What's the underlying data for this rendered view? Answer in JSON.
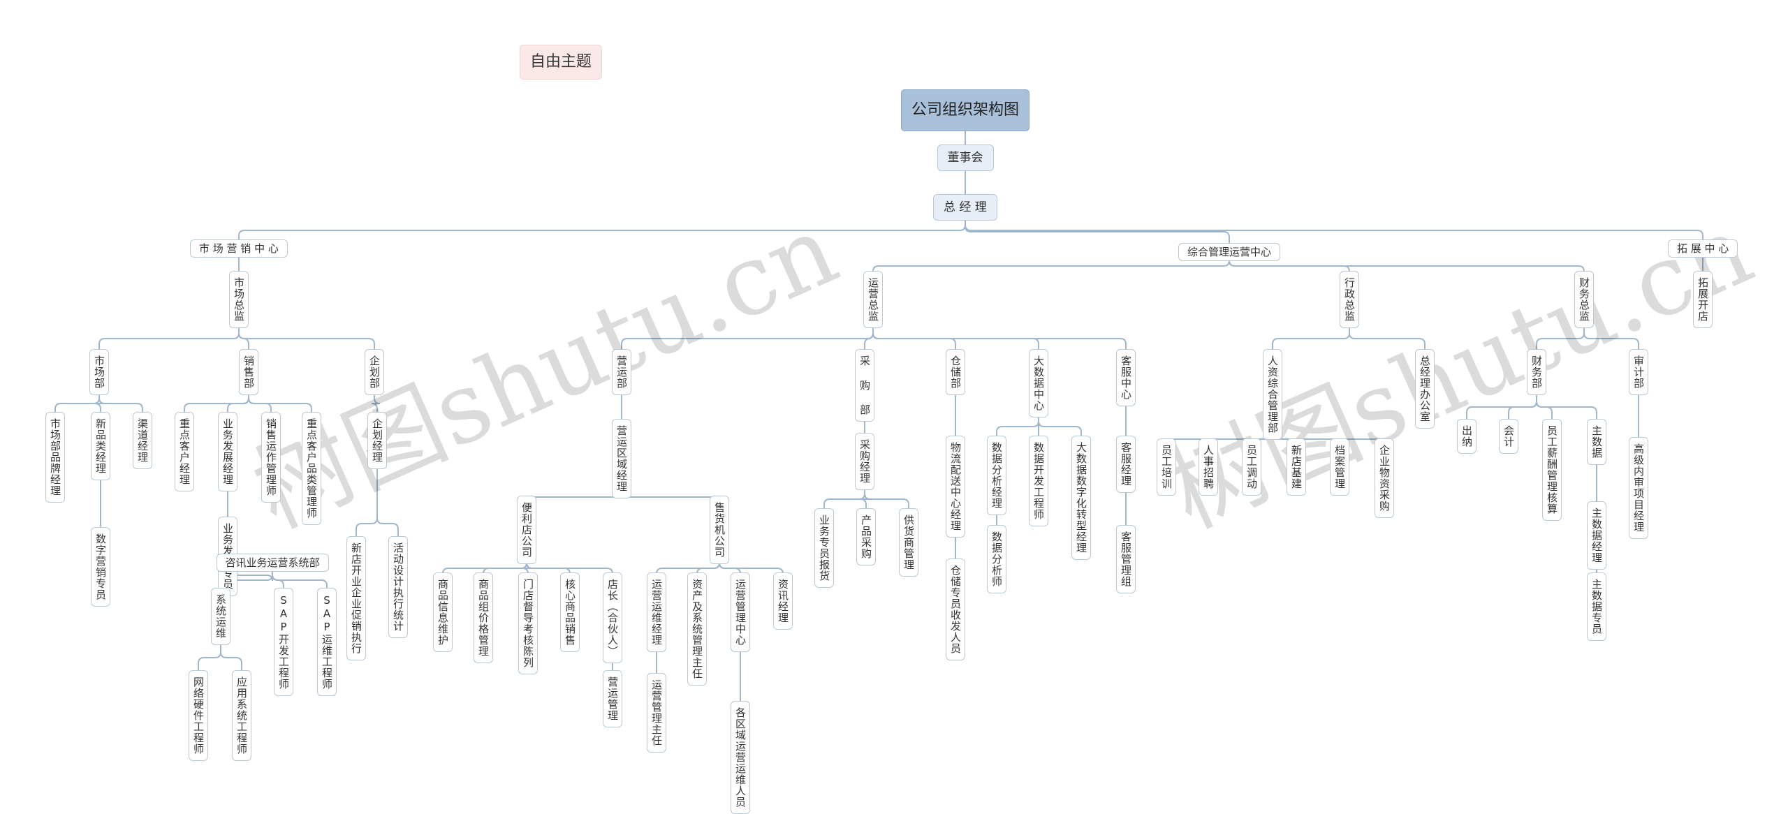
{
  "free_topic": "自由主题",
  "watermark": "树图shutu.cn",
  "tree": {
    "id": "root",
    "label": "公司组织架构图",
    "children": [
      {
        "id": "board",
        "label": "董事会",
        "children": [
          {
            "id": "gm",
            "label": "总 经 理",
            "children": [
              {
                "id": "mkt",
                "label": "市 场 营 销 中 心",
                "children": [
                  {
                    "id": "mktdir",
                    "label": "市场总监",
                    "children": [
                      {
                        "id": "mktdept",
                        "label": "市场部",
                        "children": [
                          {
                            "id": "n1",
                            "label": "市场部品牌经理"
                          },
                          {
                            "id": "n2",
                            "label": "新品类经理",
                            "children": [
                              {
                                "id": "n3",
                                "label": "数字营销专员"
                              }
                            ]
                          },
                          {
                            "id": "n4",
                            "label": "渠道经理"
                          }
                        ]
                      },
                      {
                        "id": "sales",
                        "label": "销售部",
                        "children": [
                          {
                            "id": "n5",
                            "label": "重点客户经理"
                          },
                          {
                            "id": "n6",
                            "label": "业务发展经理",
                            "children": [
                              {
                                "id": "n7",
                                "label": "业务发展专员",
                                "children": [
                                  {
                                    "id": "zx",
                                    "label": "咨讯业务运营系统部",
                                    "children": [
                                      {
                                        "id": "n8",
                                        "label": "系统运维",
                                        "children": [
                                          {
                                            "id": "n9",
                                            "label": "网络硬件工程师"
                                          },
                                          {
                                            "id": "n10",
                                            "label": "应用系统工程师"
                                          }
                                        ]
                                      },
                                      {
                                        "id": "n11",
                                        "label": "SAP开发工程师"
                                      },
                                      {
                                        "id": "n12",
                                        "label": "SAP运维工程师"
                                      }
                                    ]
                                  }
                                ]
                              }
                            ]
                          },
                          {
                            "id": "n13",
                            "label": "销售运作管理师"
                          },
                          {
                            "id": "n14",
                            "label": "重点客户品类管理师"
                          }
                        ]
                      },
                      {
                        "id": "plan",
                        "label": "企划部",
                        "children": [
                          {
                            "id": "n15",
                            "label": "企划经理",
                            "children": [
                              {
                                "id": "n16",
                                "label": "新店开业企业促销执行"
                              },
                              {
                                "id": "n17",
                                "label": "活动设计执行统计"
                              }
                            ]
                          }
                        ]
                      }
                    ]
                  }
                ]
              },
              {
                "id": "ops",
                "label": "综合管理运营中心",
                "children": [
                  {
                    "id": "opsdir",
                    "label": "运营总监",
                    "children": [
                      {
                        "id": "yy",
                        "label": "营运部",
                        "children": [
                          {
                            "id": "yyqy",
                            "label": "营运区域经理",
                            "children": [
                              {
                                "id": "bl",
                                "label": "便利店公司",
                                "children": [
                                  {
                                    "id": "n18",
                                    "label": "商品信息维护"
                                  },
                                  {
                                    "id": "n19",
                                    "label": "商品组价格管理"
                                  },
                                  {
                                    "id": "n20",
                                    "label": "门店督导考核陈列"
                                  },
                                  {
                                    "id": "n21",
                                    "label": "核心商品销售"
                                  },
                                  {
                                    "id": "n22",
                                    "label": "店长（合伙人）",
                                    "children": [
                                      {
                                        "id": "n23",
                                        "label": "营运管理"
                                      }
                                    ]
                                  }
                                ]
                              },
                              {
                                "id": "sh",
                                "label": "售货机公司",
                                "children": [
                                  {
                                    "id": "n24",
                                    "label": "运营运维经理",
                                    "children": [
                                      {
                                        "id": "n25",
                                        "label": "运营管理主任"
                                      }
                                    ]
                                  },
                                  {
                                    "id": "n26",
                                    "label": "资产及系统管理主任"
                                  },
                                  {
                                    "id": "n27",
                                    "label": "运营管理中心",
                                    "children": [
                                      {
                                        "id": "n28",
                                        "label": "各区域运营运维人员"
                                      }
                                    ]
                                  },
                                  {
                                    "id": "n29",
                                    "label": "资讯经理"
                                  }
                                ]
                              }
                            ]
                          }
                        ]
                      },
                      {
                        "id": "cg",
                        "label": "采 购 部",
                        "children": [
                          {
                            "id": "n30",
                            "label": "采购经理",
                            "children": [
                              {
                                "id": "n31",
                                "label": "业务专员报货"
                              },
                              {
                                "id": "n32",
                                "label": "产品采购"
                              },
                              {
                                "id": "n33",
                                "label": "供货商管理"
                              }
                            ]
                          }
                        ]
                      },
                      {
                        "id": "cc",
                        "label": "仓储部",
                        "children": [
                          {
                            "id": "n34",
                            "label": "物流配送中心经理",
                            "children": [
                              {
                                "id": "n35",
                                "label": "仓储专员收发人员"
                              }
                            ]
                          }
                        ]
                      },
                      {
                        "id": "dsj",
                        "label": "大数据中心",
                        "children": [
                          {
                            "id": "n36",
                            "label": "数据分析经理",
                            "children": [
                              {
                                "id": "n37",
                                "label": "数据分析师"
                              }
                            ]
                          },
                          {
                            "id": "n38",
                            "label": "数据开发工程师"
                          },
                          {
                            "id": "n39",
                            "label": "大数据数字化转型经理"
                          }
                        ]
                      },
                      {
                        "id": "kf",
                        "label": "客服中心",
                        "children": [
                          {
                            "id": "n40",
                            "label": "客服经理",
                            "children": [
                              {
                                "id": "n41",
                                "label": "客服管理组"
                              }
                            ]
                          }
                        ]
                      }
                    ]
                  },
                  {
                    "id": "xz",
                    "label": "行政总监",
                    "children": [
                      {
                        "id": "rz",
                        "label": "人资综合管理部",
                        "children": [
                          {
                            "id": "n42",
                            "label": "员工培训"
                          },
                          {
                            "id": "n43",
                            "label": "人事招聘"
                          },
                          {
                            "id": "n44",
                            "label": "员工调动"
                          },
                          {
                            "id": "n45",
                            "label": "新店基建"
                          },
                          {
                            "id": "n46",
                            "label": "档案管理"
                          },
                          {
                            "id": "n47",
                            "label": "企业物资采购"
                          }
                        ]
                      },
                      {
                        "id": "n48",
                        "label": "总经理办公室"
                      }
                    ]
                  },
                  {
                    "id": "cw",
                    "label": "财务总监",
                    "children": [
                      {
                        "id": "cwb",
                        "label": "财务部",
                        "children": [
                          {
                            "id": "n49",
                            "label": "出纳"
                          },
                          {
                            "id": "n50",
                            "label": "会计"
                          },
                          {
                            "id": "n51",
                            "label": "员工薪酬管理核算"
                          },
                          {
                            "id": "n52",
                            "label": "主数据",
                            "children": [
                              {
                                "id": "n53",
                                "label": "主数据经理",
                                "children": [
                                  {
                                    "id": "n54",
                                    "label": "主数据专员"
                                  }
                                ]
                              }
                            ]
                          }
                        ]
                      },
                      {
                        "id": "sj",
                        "label": "审计部",
                        "children": [
                          {
                            "id": "n55",
                            "label": "高级内审项目经理"
                          }
                        ]
                      }
                    ]
                  }
                ]
              },
              {
                "id": "tz",
                "label": "拓 展 中 心",
                "children": [
                  {
                    "id": "n56",
                    "label": "拓展开店"
                  }
                ]
              }
            ]
          }
        ]
      }
    ]
  }
}
